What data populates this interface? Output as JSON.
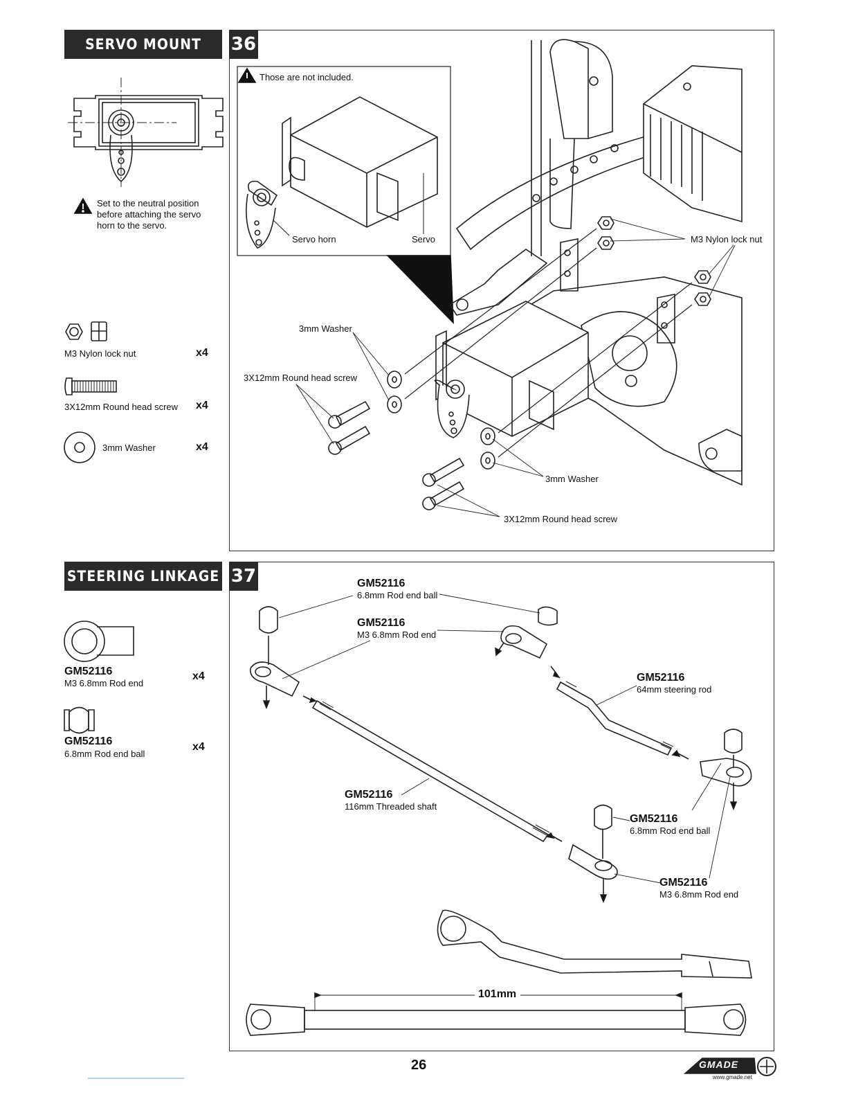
{
  "page_number": "26",
  "brand": {
    "logo_text": "GMADE",
    "url": "www.gmade.net"
  },
  "section1": {
    "title": "SERVO MOUNT",
    "step": "36",
    "note": [
      "Set to the neutral position",
      "before attaching the servo",
      "horn to the servo."
    ],
    "parts": [
      {
        "name": "M3 Nylon lock nut",
        "qty": "x4"
      },
      {
        "name": "3X12mm Round head screw",
        "qty": "x4"
      },
      {
        "name": "3mm Washer",
        "qty": "x4"
      }
    ],
    "inset_note": "Those are not included.",
    "inset_labels": {
      "horn": "Servo horn",
      "servo": "Servo"
    },
    "callouts": {
      "lock_nut": "M3 Nylon lock nut",
      "washer_top": "3mm Washer",
      "screw_top": "3X12mm Round head screw",
      "washer_bottom": "3mm Washer",
      "screw_bottom": "3X12mm Round head screw"
    }
  },
  "section2": {
    "title": "STEERING LINKAGE",
    "step": "37",
    "parts": [
      {
        "code": "GM52116",
        "name": "M3 6.8mm Rod end",
        "qty": "x4"
      },
      {
        "code": "GM52116",
        "name": "6.8mm Rod end ball",
        "qty": "x4"
      }
    ],
    "callouts": {
      "ball_top": {
        "code": "GM52116",
        "name": "6.8mm Rod end ball"
      },
      "rodend_top": {
        "code": "GM52116",
        "name": "M3 6.8mm Rod end"
      },
      "steering_rod": {
        "code": "GM52116",
        "name": "64mm steering rod"
      },
      "shaft": {
        "code": "GM52116",
        "name": "116mm Threaded shaft"
      },
      "ball_right": {
        "code": "GM52116",
        "name": "6.8mm Rod end ball"
      },
      "rodend_right": {
        "code": "GM52116",
        "name": "M3 6.8mm Rod end"
      }
    },
    "dimension": "101mm"
  }
}
